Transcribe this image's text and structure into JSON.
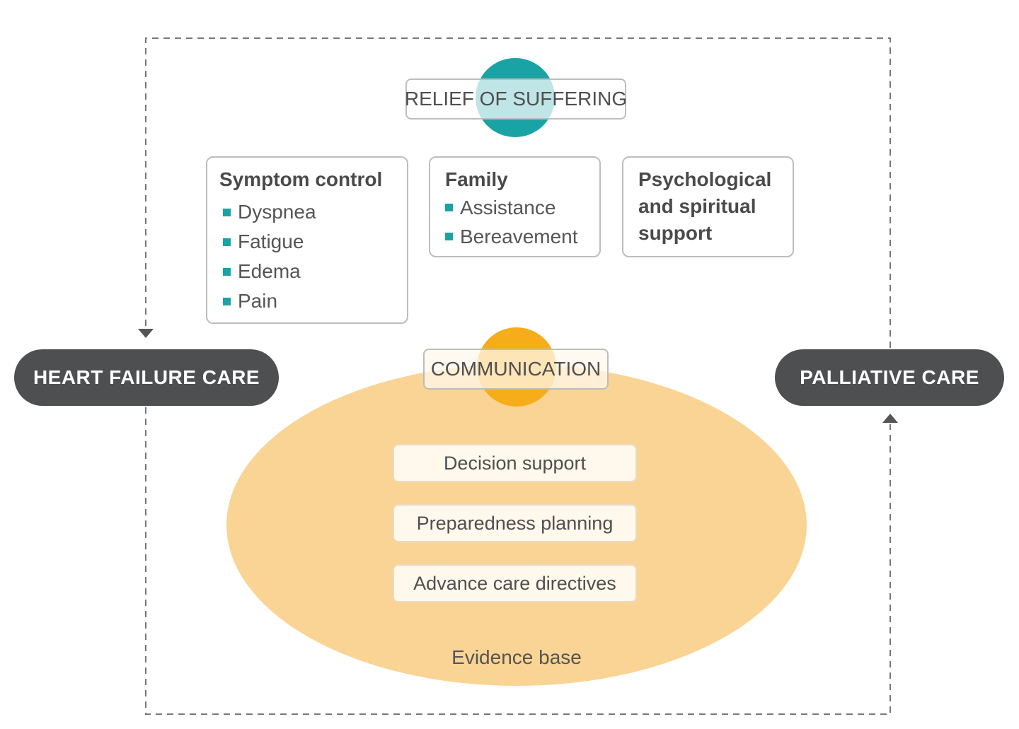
{
  "relief_label": "RELIEF OF SUFFERING",
  "communication_label": "COMMUNICATION",
  "boxes": {
    "symptom_control": {
      "title": "Symptom control",
      "items": [
        "Dyspnea",
        "Fatigue",
        "Edema",
        "Pain"
      ]
    },
    "family": {
      "title": "Family",
      "items": [
        "Assistance",
        "Bereavement"
      ]
    },
    "psych": {
      "title_lines": [
        "Psychological",
        "and spiritual",
        "support"
      ]
    }
  },
  "pills": {
    "left": "HEART FAILURE CARE",
    "right": "PALLIATIVE CARE"
  },
  "communication_items": [
    "Decision support",
    "Preparedness planning",
    "Advance care directives"
  ],
  "evidence_label": "Evidence base",
  "colors": {
    "teal": "#1aa3a5",
    "orange": "#f7ad1a",
    "ellipse_fill": "#fad494",
    "pill_bg": "#4e4f51",
    "dash": "#777777"
  }
}
